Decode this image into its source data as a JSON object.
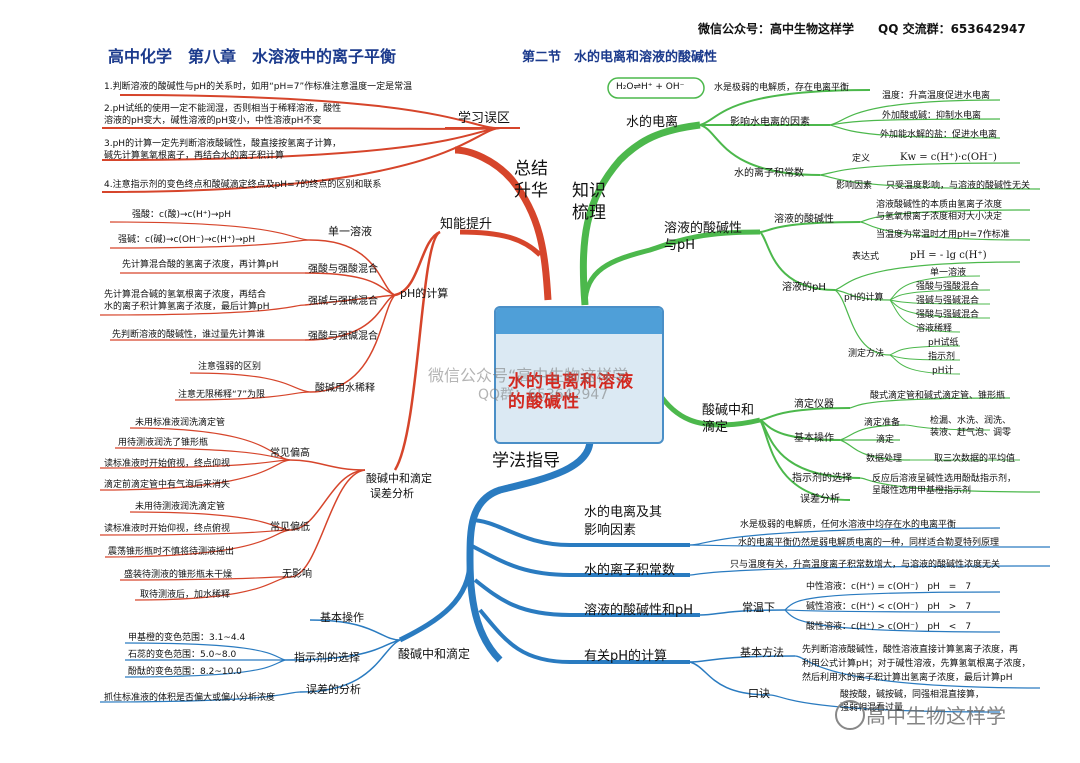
{
  "header": {
    "wechat": "微信公众号：高中生物这样学",
    "qq": "QQ 交流群：653642947",
    "title_main": "高中化学　第八章　水溶液中的离子平衡",
    "title_sub": "第二节　水的电离和溶液的酸碱性"
  },
  "center": {
    "label": "水的电离和溶液的酸碱性"
  },
  "watermark": {
    "line1": "微信公众号“高中生物这样学",
    "line2": "QQ群：653642947",
    "bottom": "高中生物这样学"
  },
  "branches": {
    "summary": "总结升华",
    "knowledge": "知识梳理",
    "method": "学法指导",
    "mistakes": "学习误区",
    "ability": "知能提升"
  },
  "mistakes": [
    "1.判断溶液的酸碱性与pH的关系时，如用“pH=7”作标准注意温度一定是常温",
    "2.pH试纸的使用一定不能润湿，否则相当于稀释溶液，酸性",
    "溶液的pH变大，碱性溶液的pH变小，中性溶液pH不变",
    "3.pH的计算一定先判断溶液酸碱性，酸直接按氢离子计算，",
    "碱先计算氢氧根离子，再结合水的离子积计算",
    "4.注意指示剂的变色终点和酸碱滴定终点及pH=7的终点的区别和联系"
  ],
  "ph_calc": {
    "label": "pH的计算",
    "single": "单一溶液",
    "strong_acid": "强酸：c(酸)→c(H⁺)→pH",
    "strong_base": "强碱：c(碱)→c(OH⁻)→c(H⁺)→pH",
    "acid_acid": "强酸与强酸混合",
    "acid_acid_note": "先计算混合酸的氢离子浓度，再计算pH",
    "base_base": "强碱与强碱混合",
    "base_base_note1": "先计算混合碱的氢氧根离子浓度，再结合",
    "base_base_note2": "水的离子积计算氢离子浓度，最后计算pH",
    "acid_base": "强酸与强碱混合",
    "acid_base_note": "先判断溶液的酸碱性，谁过量先计算谁",
    "dilution": "酸碱用水稀释",
    "dilution_note1": "注意强弱的区别",
    "dilution_note2": "注意无限稀释“7”为限"
  },
  "titration_error": {
    "label1": "酸碱中和滴定",
    "label2": "误差分析",
    "high": "常见偏高",
    "high_items": [
      "未用标准液润洗滴定管",
      "用待测液润洗了锥形瓶",
      "读标准液时开始俯视，终点仰视",
      "滴定前滴定管中有气泡后来消失"
    ],
    "low": "常见偏低",
    "low_items": [
      "未用待测液润洗滴定管",
      "读标准液时开始仰视，终点俯视",
      "震荡锥形瓶时不慎将待测液摇出"
    ],
    "none": "无影响",
    "none_items": [
      "盛装待测液的锥形瓶未干燥",
      "取待测液后，加水稀释"
    ]
  },
  "method_left": {
    "label": "酸碱中和滴定",
    "basic": "基本操作",
    "indicator": "指示剂的选择",
    "indicator_items": [
      "甲基橙的变色范围：3.1~4.4",
      "石蕊的变色范围：5.0~8.0",
      "酚酞的变色范围：8.2~10.0"
    ],
    "error": "误差的分析",
    "error_note": "抓住标准液的体积是否偏大或偏小分析浓度"
  },
  "water_ionization": {
    "label": "水的电离",
    "equation": "H₂O⇌H⁺ + OH⁻",
    "weak": "水是极弱的电解质，存在电离平衡",
    "factors": "影响水电离的因素",
    "temp": "温度：升高温度促进水电离",
    "acid_base": "外加酸或碱：抑制水电离",
    "salt": "外加能水解的盐：促进水电离",
    "kw": "水的离子积常数",
    "def": "定义",
    "kw_formula": "Kw = c(H⁺)·c(OH⁻)",
    "kw_factor": "影响因素",
    "kw_factor_note": "只受温度影响，与溶液的酸碱性无关"
  },
  "acidity": {
    "label1": "溶液的酸碱性",
    "label2": "与pH",
    "nature": "溶液的酸碱性",
    "nature_note1": "溶液酸碱性的本质由氢离子浓度",
    "nature_note2": "与氢氧根离子浓度相对大小决定",
    "nature_note3": "当温度为常温时才用pH=7作标准",
    "ph": "溶液的pH",
    "expr": "表达式",
    "expr_formula": "pH = - lg c(H⁺)",
    "calc": "pH的计算",
    "calc_items": [
      "单一溶液",
      "强酸与强酸混合",
      "强碱与强碱混合",
      "强酸与强碱混合",
      "溶液稀释"
    ],
    "measure": "测定方法",
    "measure_items": [
      "pH试纸",
      "指示剂",
      "pH计"
    ]
  },
  "neutralization": {
    "label1": "酸碱中和",
    "label2": "滴定",
    "instrument": "滴定仪器",
    "instrument_note": "酸式滴定管和碱式滴定管、锥形瓶",
    "basic": "基本操作",
    "prep": "滴定准备",
    "prep_note1": "检漏、水洗、润洗、",
    "prep_note2": "装液、赶气泡、调零",
    "titrate": "滴定",
    "data": "数据处理",
    "data_note": "取三次数据的平均值",
    "indicator": "指示剂的选择",
    "indicator_note1": "反应后溶液呈碱性选用酚酞指示剂，",
    "indicator_note2": "呈酸性选用甲基橙指示剂",
    "error": "误差分析"
  },
  "method_right": {
    "ion_factor1": "水的电离及其",
    "ion_factor2": "影响因素",
    "ion_note1": "水是极弱的电解质，任何水溶液中均存在水的电离平衡",
    "ion_note2": "水的电离平衡仍然是弱电解质电离的一种，同样适合勒夏特列原理",
    "kw": "水的离子积常数",
    "kw_note": "只与温度有关，升高温度离子积常数增大，与溶液的酸碱性浓度无关",
    "acidity": "溶液的酸碱性和pH",
    "normal": "常温下",
    "neutral": "中性溶液：c(H⁺) = c(OH⁻)　pH　=　7",
    "basic": "碱性溶液：c(H⁺) < c(OH⁻)　pH　>　7",
    "acidic": "酸性溶液：c(H⁺) > c(OH⁻)　pH　<　7",
    "phcalc": "有关pH的计算",
    "method": "基本方法",
    "method_note1": "先判断溶液酸碱性，酸性溶液直接计算氢离子浓度，再",
    "method_note2": "利用公式计算pH；对于碱性溶液，先算氢氧根离子浓度，",
    "method_note3": "然后利用水的离子积计算出氢离子浓度，最后计算pH",
    "rhyme": "口诀",
    "rhyme_note1": "酸按酸，碱按碱，同强相混直接算，",
    "rhyme_note2": "强弱相混看过量"
  },
  "colors": {
    "red": "#d6452b",
    "green": "#4cb84c",
    "blue": "#2a7bc0",
    "title": "#1b3a8c"
  }
}
